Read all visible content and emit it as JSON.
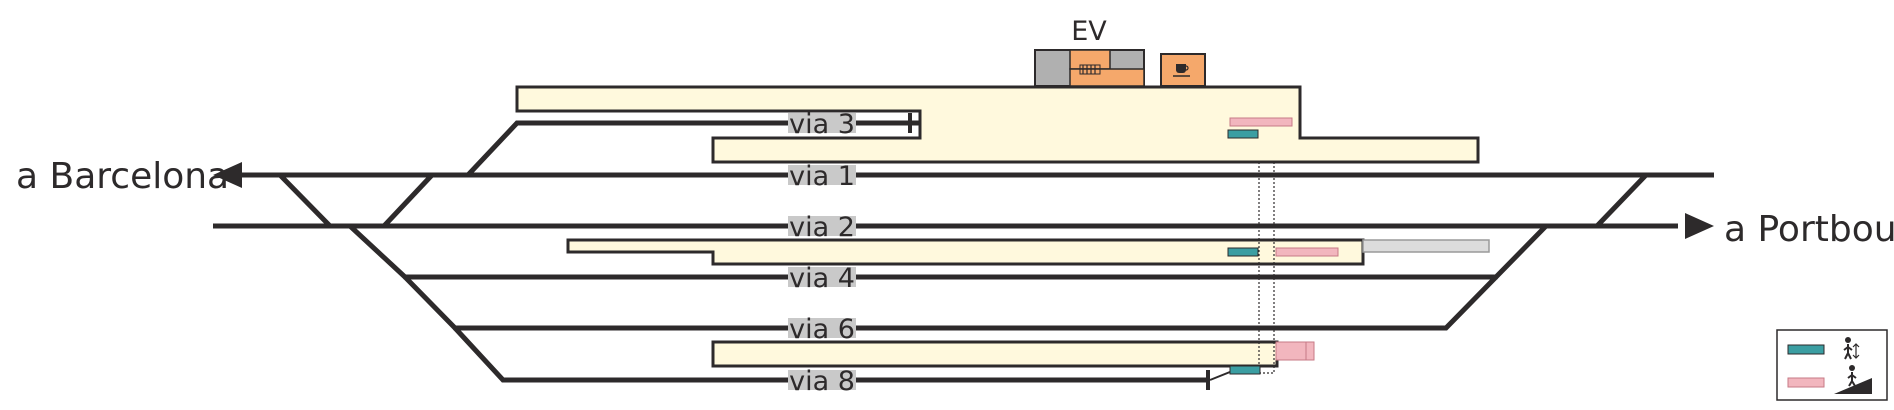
{
  "station": {
    "building_label": "EV",
    "colors": {
      "track": "#2d2a2b",
      "platform": "#fff9dd",
      "building_orange": "#f5a86b",
      "building_gray": "#b0b0b0",
      "lift": "#3b9ea2",
      "escalator": "#f2b6be",
      "future_platform": "#dcdcdc"
    }
  },
  "destinations": {
    "left": "a Barcelona",
    "right": "a Portbou"
  },
  "tracks": [
    {
      "label": "via 3"
    },
    {
      "label": "via 1"
    },
    {
      "label": "via 2"
    },
    {
      "label": "via 4"
    },
    {
      "label": "via 6"
    },
    {
      "label": "via 8"
    }
  ],
  "icons": {
    "ticket": "ticket-machine-icon",
    "cafe": "coffee-cup-icon",
    "lift": "lift-icon",
    "escalator": "escalator-icon"
  },
  "legend": {
    "items": [
      {
        "icon": "lift-person-icon",
        "color": "#3b9ea2"
      },
      {
        "icon": "escalator-person-icon",
        "color": "#f2b6be"
      }
    ]
  }
}
